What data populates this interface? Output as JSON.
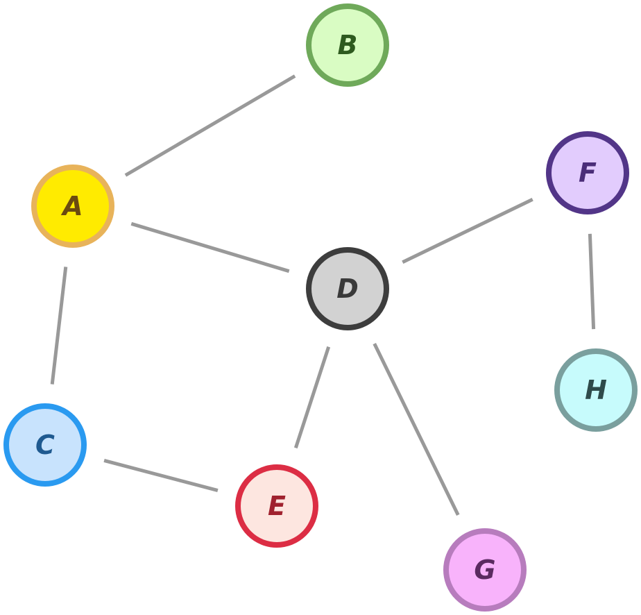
{
  "nodes": [
    {
      "id": "A",
      "label": "A",
      "fill": "#ffeb00",
      "stroke": "#e8b35a",
      "text_color": "#6b4a10"
    },
    {
      "id": "B",
      "label": "B",
      "fill": "#d9fcc3",
      "stroke": "#6fa95a",
      "text_color": "#2e5a1f"
    },
    {
      "id": "C",
      "label": "C",
      "fill": "#c8e3fd",
      "stroke": "#2a9af0",
      "text_color": "#1f5a90"
    },
    {
      "id": "D",
      "label": "D",
      "fill": "#d2d2d2",
      "stroke": "#3d3d3d",
      "text_color": "#3a3a3a"
    },
    {
      "id": "E",
      "label": "E",
      "fill": "#fde6e0",
      "stroke": "#dc2d44",
      "text_color": "#a0222f"
    },
    {
      "id": "F",
      "label": "F",
      "fill": "#e2ccfd",
      "stroke": "#523588",
      "text_color": "#4a2d78"
    },
    {
      "id": "G",
      "label": "G",
      "fill": "#f8b3fb",
      "stroke": "#b77cbd",
      "text_color": "#5a2a60"
    },
    {
      "id": "H",
      "label": "H",
      "fill": "#c7fbfc",
      "stroke": "#7a9f9e",
      "text_color": "#2e4a4a"
    }
  ],
  "edges": [
    {
      "from": "A",
      "to": "B"
    },
    {
      "from": "A",
      "to": "D"
    },
    {
      "from": "A",
      "to": "C"
    },
    {
      "from": "C",
      "to": "E"
    },
    {
      "from": "D",
      "to": "E"
    },
    {
      "from": "D",
      "to": "F"
    },
    {
      "from": "D",
      "to": "G"
    },
    {
      "from": "F",
      "to": "H"
    }
  ]
}
